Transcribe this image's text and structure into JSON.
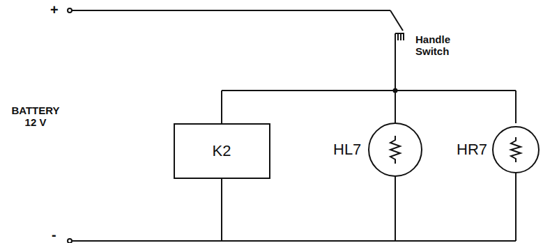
{
  "diagram": {
    "nodes": [
      {
        "text": [
          "K2"
        ]
      }
    ],
    "labels": [
      "+",
      "-",
      "BATTERY 12 V",
      "Handle Switch",
      "HL7",
      "HR7"
    ]
  }
}
